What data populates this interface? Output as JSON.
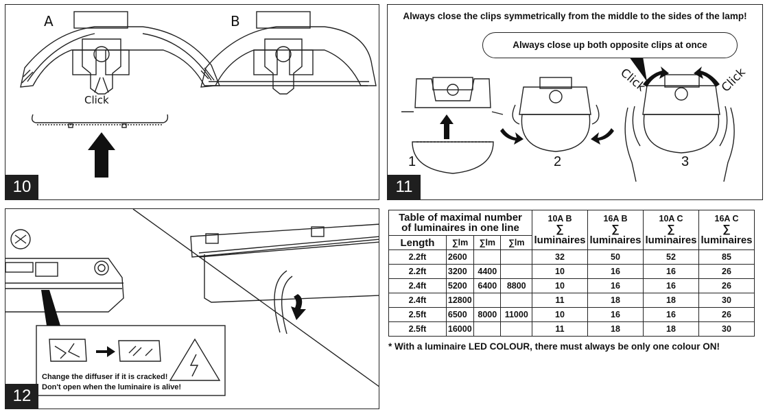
{
  "panels": [
    {
      "number": "10",
      "label_a": "A",
      "label_b": "B",
      "click_label": "Click"
    },
    {
      "number": "11",
      "title": "Always close the clips symmetrically from the middle to the sides of the lamp!",
      "bubble": "Always close up both opposite clips at once",
      "click_left": "Click",
      "click_right": "Click",
      "steps": [
        "1",
        "2",
        "3"
      ]
    },
    {
      "number": "12",
      "warning_line1": "Change the diffuser if it is cracked!",
      "warning_line2": "Don't open when the luminaire is alive!"
    }
  ],
  "table": {
    "title_line1": "Table of maximal number",
    "title_line2": "of luminaires in one line",
    "length_header": "Length",
    "lm_header": "∑lm",
    "sigma": "∑",
    "col_headers": [
      {
        "top": "10A B",
        "bottom": "luminaires"
      },
      {
        "top": "16A B",
        "bottom": "luminaires"
      },
      {
        "top": "10A C",
        "bottom": "luminaires"
      },
      {
        "top": "16A C",
        "bottom": "luminaires"
      }
    ],
    "rows": [
      {
        "length": "2.2ft",
        "lm": [
          "2600",
          "",
          ""
        ],
        "values": [
          "32",
          "50",
          "52",
          "85"
        ]
      },
      {
        "length": "2.2ft",
        "lm": [
          "3200",
          "4400",
          ""
        ],
        "values": [
          "10",
          "16",
          "16",
          "26"
        ]
      },
      {
        "length": "2.4ft",
        "lm": [
          "5200",
          "6400",
          "8800"
        ],
        "values": [
          "10",
          "16",
          "16",
          "26"
        ]
      },
      {
        "length": "2.4ft",
        "lm": [
          "12800",
          "",
          ""
        ],
        "values": [
          "11",
          "18",
          "18",
          "30"
        ]
      },
      {
        "length": "2.5ft",
        "lm": [
          "6500",
          "8000",
          "11000"
        ],
        "values": [
          "10",
          "16",
          "16",
          "26"
        ]
      },
      {
        "length": "2.5ft",
        "lm": [
          "16000",
          "",
          ""
        ],
        "values": [
          "11",
          "18",
          "18",
          "30"
        ]
      }
    ]
  },
  "footnote": "* With a luminaire LED COLOUR, there must always be only one colour ON!"
}
